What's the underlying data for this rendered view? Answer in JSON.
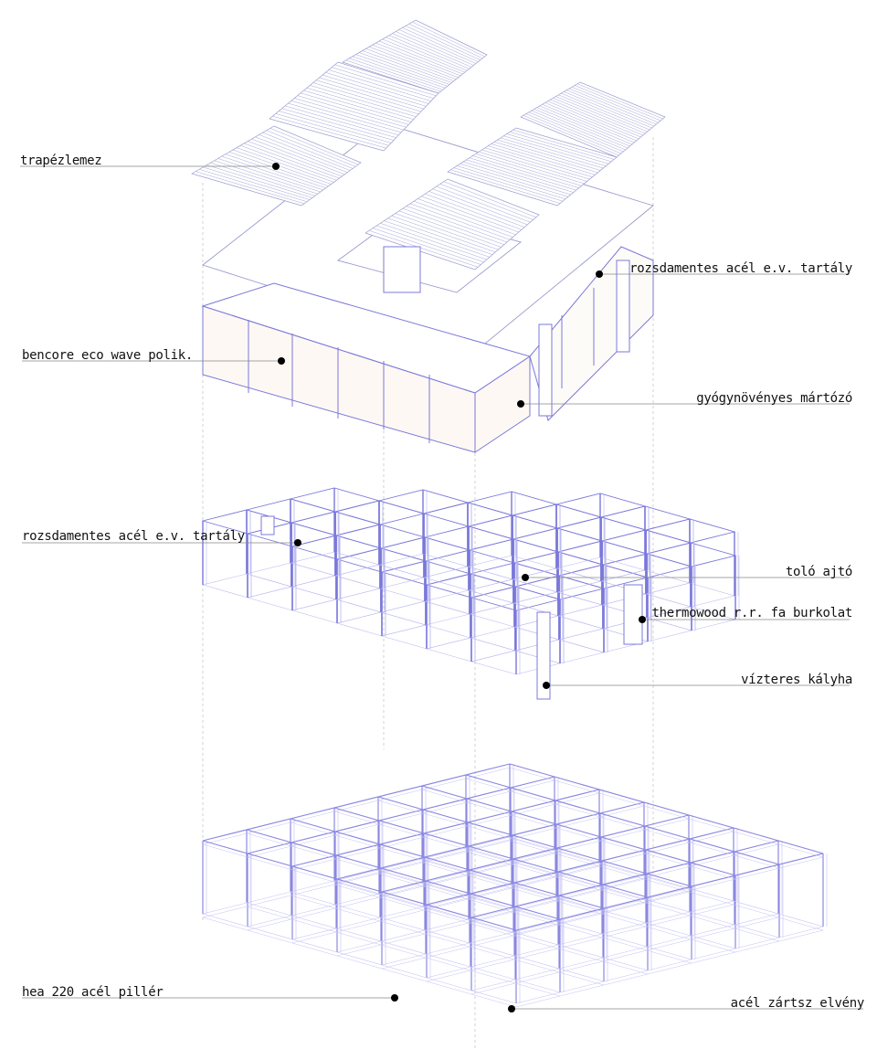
{
  "colors": {
    "structure": "#7b78d9",
    "structure_light": "#b9b7ef",
    "panel_fill": "#fbf4ec",
    "roof_line": "#8a8ad0",
    "leader": "#777777",
    "dot": "#000000",
    "text": "#111111"
  },
  "labels": {
    "roof_sheet": "trapézlemez",
    "tank_top": "rozsdamentes acél e.v. tartály",
    "polycarbonate": "bencore eco wave polik.",
    "herb_bath": "gyógynövényes mártózó",
    "tank_mid": "rozsdamentes acél e.v. tartály",
    "sliding_door": "toló ajtó",
    "thermowood": "thermowood r.r. fa burkolat",
    "stove": "vízteres kályha",
    "column": "hea 220 acél pillér",
    "beam": "acél zártsz elvény"
  }
}
